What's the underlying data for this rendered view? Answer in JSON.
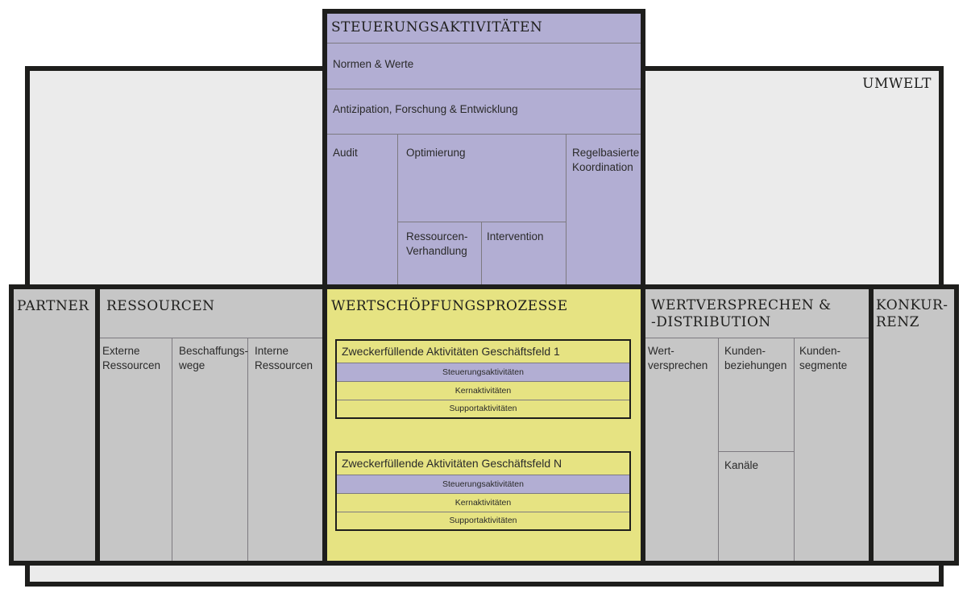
{
  "colors": {
    "steuerung": "#b2aed3",
    "wertschoepfung": "#e6e382",
    "blocks": "#c6c6c6",
    "umwelt": "#ebebeb",
    "border": "#1e1e1c"
  },
  "umwelt": {
    "title": "UMWELT"
  },
  "steuerungsaktivitaeten": {
    "title": "STEUERUNGSAKTIVITÄTEN",
    "rows": [
      "Normen & Werte",
      "Antizipation, Forschung & Entwicklung"
    ],
    "audit": "Audit",
    "optimierung": "Optimierung",
    "ressourcen_verhandlung": "Ressourcen-\nVerhandlung",
    "intervention": "Intervention",
    "regelbasierte_koordination": "Regelbasierte\nKoordination"
  },
  "partner": {
    "title": "PARTNER"
  },
  "ressourcen": {
    "title": "RESSOURCEN",
    "columns": [
      "Externe\nRessourcen",
      "Beschaffungs-\nwege",
      "Interne\nRessourcen"
    ]
  },
  "wertschoepfungsprozesse": {
    "title": "WERTSCHÖPFUNGSPROZESSE",
    "geschaeftsfelder": [
      {
        "title": "Zweckerfüllende Aktivitäten Geschäftsfeld 1",
        "rows": [
          "Steuerungsaktivitäten",
          "Kernaktivitäten",
          "Supportaktivitäten"
        ]
      },
      {
        "title": "Zweckerfüllende Aktivitäten Geschäftsfeld N",
        "rows": [
          "Steuerungsaktivitäten",
          "Kernaktivitäten",
          "Supportaktivitäten"
        ]
      }
    ]
  },
  "wertversprechen": {
    "title": "WERTVERSPRECHEN &\n-DISTRIBUTION",
    "columns": [
      "Wert-\nversprechen",
      "Kunden-\nbeziehungen",
      "Kunden-\nsegmente"
    ],
    "kanaele": "Kanäle"
  },
  "konkurrenz": {
    "title": "KONKUR-\nRENZ"
  }
}
